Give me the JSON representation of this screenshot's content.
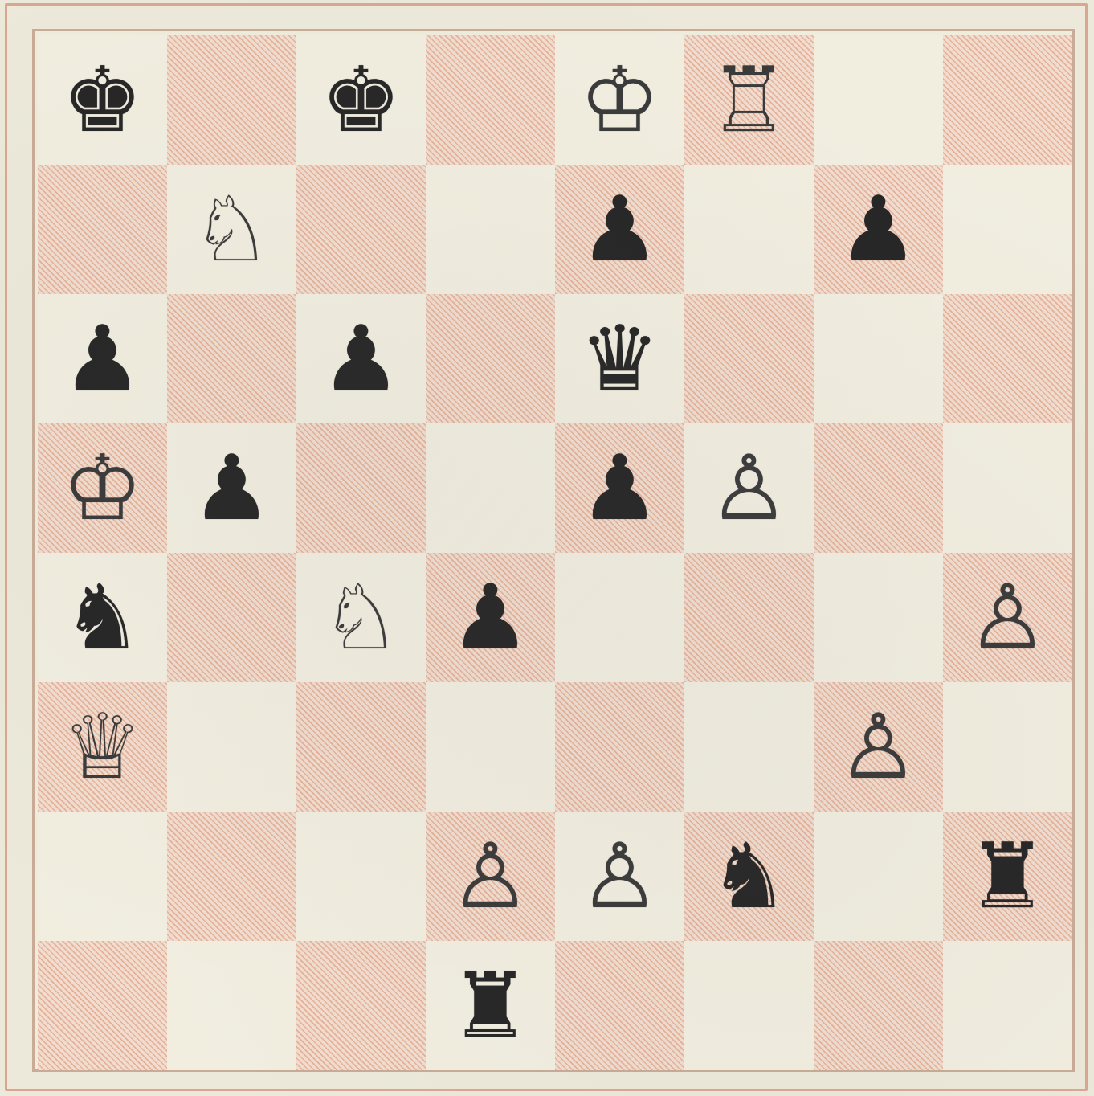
{
  "board": {
    "orientation": "white-bottom",
    "colors": {
      "light_square": "#f1eee0",
      "dark_square_hatch": "#de8c69",
      "frame": "#c9ab97"
    },
    "rows": [
      [
        "bK-alt",
        "",
        "bK",
        "",
        "wK",
        "wR",
        "",
        ""
      ],
      [
        "",
        "wN",
        "",
        "",
        "bP",
        "",
        "bP",
        ""
      ],
      [
        "bP",
        "",
        "bP",
        "",
        "bQ",
        "",
        "",
        ""
      ],
      [
        "wK-alt",
        "bP",
        "",
        "",
        "bP",
        "wP",
        "",
        ""
      ],
      [
        "bN",
        "",
        "wN",
        "bP",
        "",
        "",
        "",
        "wP"
      ],
      [
        "wQ",
        "",
        "",
        "",
        "",
        "",
        "wP",
        ""
      ],
      [
        "",
        "",
        "",
        "wP",
        "wP",
        "bN",
        "",
        "bR"
      ],
      [
        "",
        "",
        "",
        "bR",
        "",
        "",
        "",
        ""
      ]
    ]
  },
  "glyphs": {
    "wK": "♔",
    "wQ": "♕",
    "wR": "♖",
    "wB": "♗",
    "wN": "♘",
    "wP": "♙",
    "bK": "♚",
    "bQ": "♛",
    "bR": "♜",
    "bB": "♝",
    "bN": "♞",
    "bP": "♟",
    "bK-alt": "♚",
    "wK-alt": "♔"
  },
  "piece_names": {
    "wK": "white-king",
    "wQ": "white-queen",
    "wR": "white-rook",
    "wB": "white-bishop",
    "wN": "white-knight",
    "wP": "white-pawn",
    "bK": "black-king",
    "bQ": "black-queen",
    "bR": "black-rook",
    "bB": "black-bishop",
    "bN": "black-knight",
    "bP": "black-pawn",
    "bK-alt": "black-fairy-piece",
    "wK-alt": "white-fairy-piece"
  }
}
